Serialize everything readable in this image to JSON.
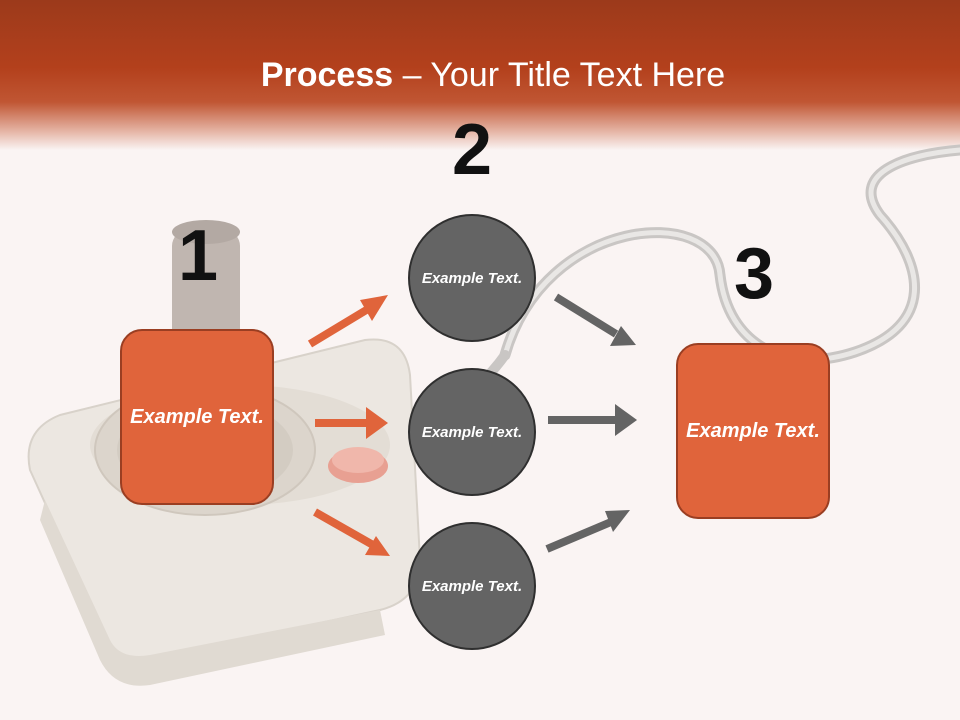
{
  "title": {
    "bold": "Process",
    "rest": " – Your Title Text Here"
  },
  "steps": [
    {
      "number": "1",
      "label": "Example Text."
    },
    {
      "number": "2",
      "items": [
        "Example Text.",
        "Example Text.",
        "Example Text."
      ]
    },
    {
      "number": "3",
      "label": "Example Text."
    }
  ],
  "colors": {
    "header": "#b3401c",
    "box_fill": "#e0643b",
    "circle_fill": "#646464",
    "orange_arrow": "#e0643b",
    "gray_arrow": "#646464"
  },
  "background_image": "joystick-photo"
}
